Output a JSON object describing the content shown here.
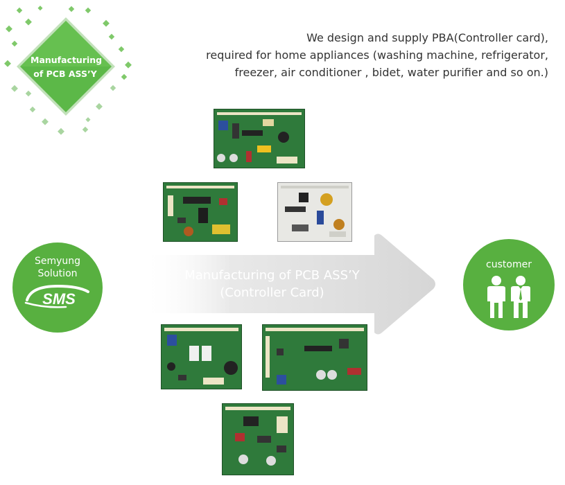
{
  "badge": {
    "line1": "Manufacturing",
    "line2": "of PCB ASS’Y",
    "color": "#5cb848"
  },
  "intro": {
    "line1": "We design and supply PBA(Controller card),",
    "line2": "required for home appliances (washing machine, refrigerator,",
    "line3": "freezer,   air conditioner , bidet, water purifier and so on.)"
  },
  "company": {
    "line1": "Semyung",
    "line2": "Solution",
    "logo_text": "SMS",
    "color": "#58b040"
  },
  "arrow": {
    "line1": "Manufacturing of PCB ASS’Y",
    "line2": "(Controller Card)",
    "color": "#dcdcdc"
  },
  "customer": {
    "label": "customer",
    "icon": "people-icon"
  },
  "boards": [
    {
      "name": "pcb-board-1",
      "variant": "green"
    },
    {
      "name": "pcb-board-2",
      "variant": "green"
    },
    {
      "name": "pcb-board-3",
      "variant": "white"
    },
    {
      "name": "pcb-board-4",
      "variant": "green"
    },
    {
      "name": "pcb-board-5",
      "variant": "green"
    },
    {
      "name": "pcb-board-6",
      "variant": "green"
    }
  ]
}
